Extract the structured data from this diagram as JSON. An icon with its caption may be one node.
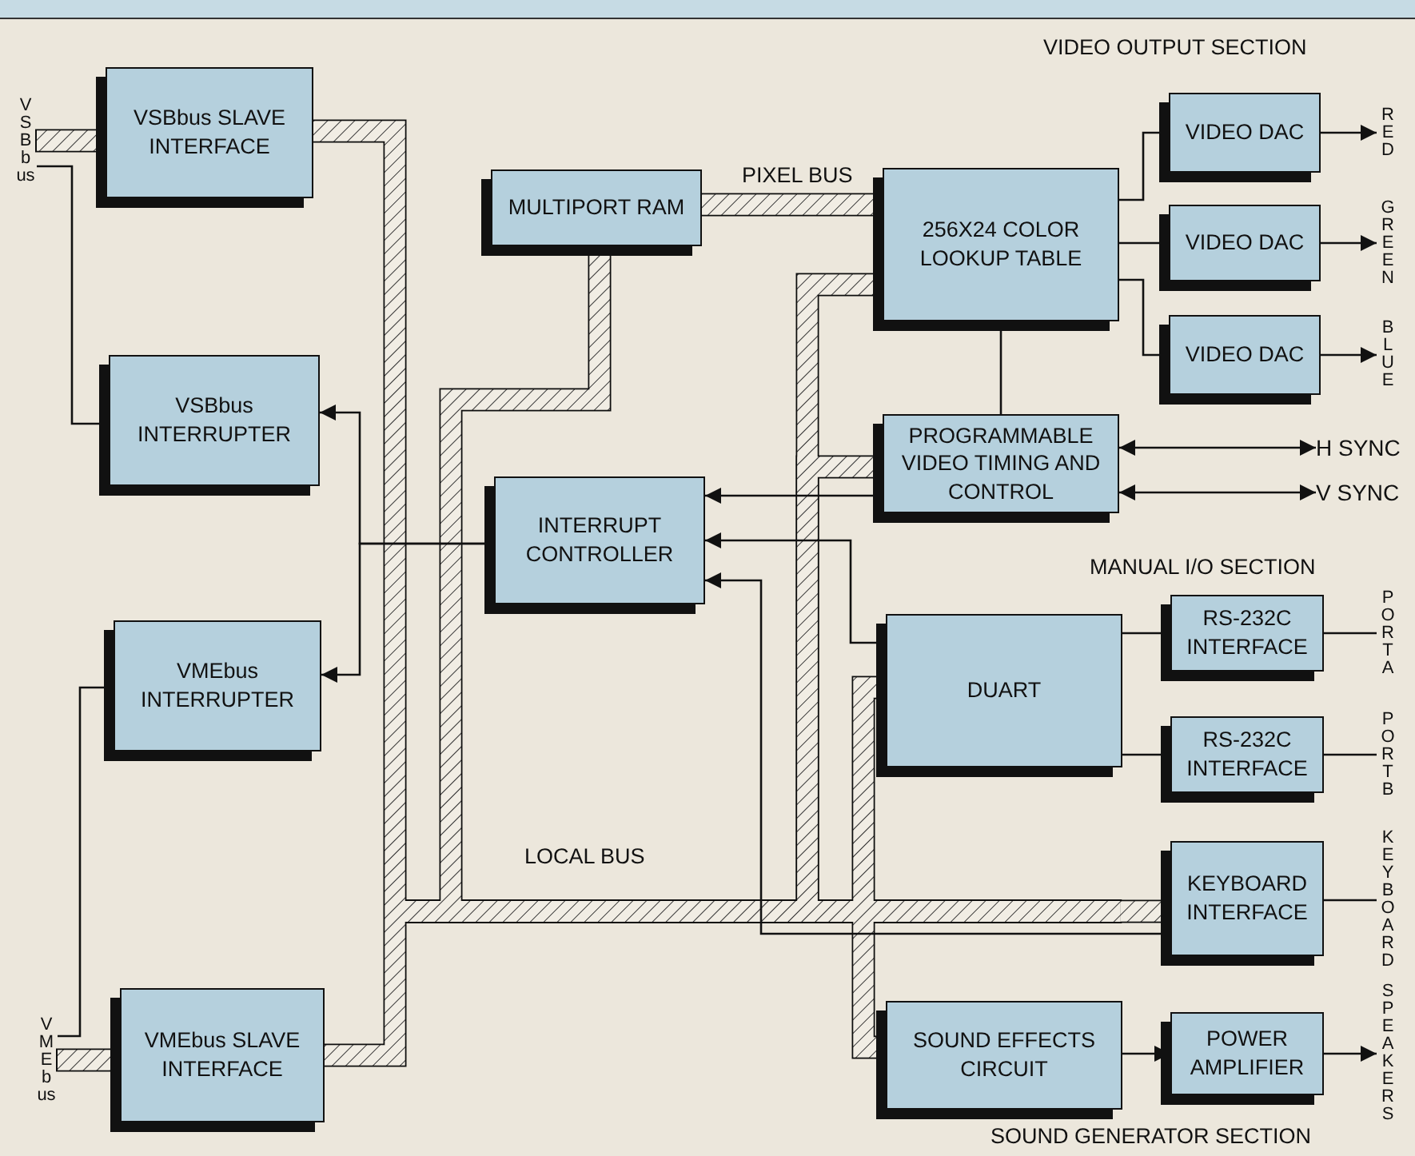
{
  "diagram": {
    "nodes": [
      {
        "text": [
          "VSBbus SLAVE INTERFACE"
        ]
      },
      {
        "text": [
          "VSBbus INTERRUPTER"
        ]
      },
      {
        "text": [
          "VMEbus INTERRUPTER"
        ]
      },
      {
        "text": [
          "VMEbus SLAVE INTERFACE"
        ]
      },
      {
        "text": [
          "MULTIPORT RAM"
        ]
      },
      {
        "text": [
          "INTERRUPT CONTROLLER"
        ]
      },
      {
        "text": [
          "256X24 COLOR LOOKUP TABLE"
        ]
      },
      {
        "text": [
          "VIDEO DAC"
        ]
      },
      {
        "text": [
          "VIDEO DAC"
        ]
      },
      {
        "text": [
          "VIDEO DAC"
        ]
      },
      {
        "text": [
          "PROGRAMMABLE VIDEO TIMING AND CONTROL"
        ]
      },
      {
        "text": [
          "DUART"
        ]
      },
      {
        "text": [
          "RS-232C INTERFACE"
        ]
      },
      {
        "text": [
          "RS-232C INTERFACE"
        ]
      },
      {
        "text": [
          "KEYBOARD INTERFACE"
        ]
      },
      {
        "text": [
          "SOUND EFFECTS CIRCUIT"
        ]
      },
      {
        "text": [
          "POWER AMPLIFIER"
        ]
      },
      {
        "text": [
          "RED"
        ]
      },
      {
        "text": [
          "GREEN"
        ]
      },
      {
        "text": [
          "BLUE"
        ]
      },
      {
        "text": [
          "H SYNC"
        ]
      },
      {
        "text": [
          "V SYNC"
        ]
      },
      {
        "text": [
          "PORT A"
        ]
      },
      {
        "text": [
          "PORT B"
        ]
      },
      {
        "text": [
          "KEYBOARD"
        ]
      },
      {
        "text": [
          "SPEAKERS"
        ]
      },
      {
        "text": [
          "VSBbus"
        ]
      },
      {
        "text": [
          "VMEbus"
        ]
      },
      {
        "text": [],
        "shape": "bar"
      }
    ],
    "edges": [
      {
        "from": 26,
        "to": 0,
        "arrow": "none",
        "style": "thick"
      },
      {
        "from": 27,
        "to": 3,
        "arrow": "none",
        "style": "thick"
      },
      {
        "from": 0,
        "to": 28,
        "arrow": "none",
        "style": "thick"
      },
      {
        "from": 3,
        "to": 28,
        "arrow": "none",
        "style": "thick"
      },
      {
        "from": 4,
        "to": 28,
        "arrow": "none",
        "style": "thick"
      },
      {
        "from": 4,
        "to": 6,
        "arrow": "none",
        "style": "thick",
        "label": "PIXEL BUS"
      },
      {
        "from": 6,
        "to": 28,
        "arrow": "none",
        "style": "thick"
      },
      {
        "from": 10,
        "to": 28,
        "arrow": "none",
        "style": "thick"
      },
      {
        "from": 11,
        "to": 28,
        "arrow": "none",
        "style": "thick"
      },
      {
        "from": 15,
        "to": 28,
        "arrow": "none",
        "style": "thick"
      },
      {
        "from": 26,
        "to": 1,
        "arrow": "none"
      },
      {
        "from": 27,
        "to": 2,
        "arrow": "none"
      },
      {
        "from": 5,
        "to": 1,
        "arrow": "to"
      },
      {
        "from": 5,
        "to": 2,
        "arrow": "to"
      },
      {
        "from": 10,
        "to": 5,
        "arrow": "to"
      },
      {
        "from": 11,
        "to": 5,
        "arrow": "to"
      },
      {
        "from": 14,
        "to": 5,
        "arrow": "to"
      },
      {
        "from": 6,
        "to": 10,
        "arrow": "none"
      },
      {
        "from": 6,
        "to": 7,
        "arrow": "none"
      },
      {
        "from": 6,
        "to": 8,
        "arrow": "none"
      },
      {
        "from": 6,
        "to": 9,
        "arrow": "none"
      },
      {
        "from": 7,
        "to": 17,
        "arrow": "to"
      },
      {
        "from": 8,
        "to": 18,
        "arrow": "to"
      },
      {
        "from": 9,
        "to": 19,
        "arrow": "to"
      },
      {
        "from": 10,
        "to": 20,
        "arrow": "both"
      },
      {
        "from": 10,
        "to": 21,
        "arrow": "both"
      },
      {
        "from": 11,
        "to": 12,
        "arrow": "none"
      },
      {
        "from": 11,
        "to": 13,
        "arrow": "none"
      },
      {
        "from": 12,
        "to": 22,
        "arrow": "none"
      },
      {
        "from": 13,
        "to": 23,
        "arrow": "none"
      },
      {
        "from": 14,
        "to": 24,
        "arrow": "none"
      },
      {
        "from": 15,
        "to": 16,
        "arrow": "to"
      },
      {
        "from": 16,
        "to": 25,
        "arrow": "to"
      },
      {
        "from": 28,
        "to": 14,
        "arrow": "none",
        "style": "thick"
      }
    ],
    "labels": [
      "VIDEO OUTPUT SECTION",
      "MANUAL I/O SECTION",
      "LOCAL BUS",
      "SOUND GENERATOR SECTION"
    ]
  }
}
